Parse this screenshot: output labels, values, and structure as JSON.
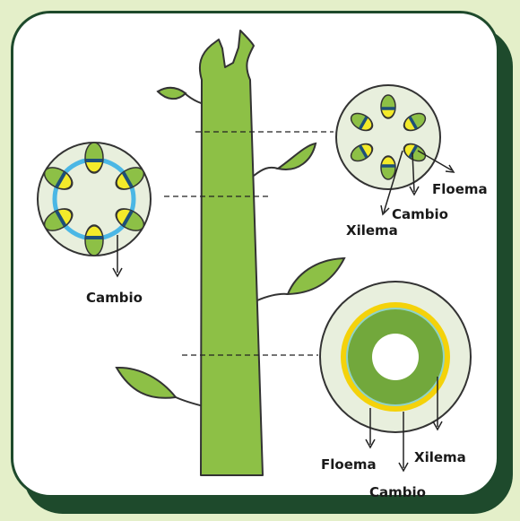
{
  "colors": {
    "background": "#e4efc9",
    "frame": "#1e4a2c",
    "stem": "#8dc046",
    "leaf": "#8dc046",
    "section_fill": "#e8efdd",
    "bundle_green": "#8dc046",
    "bundle_yellow": "#f3ea2a",
    "bundle_dark": "#1d4f78",
    "cambium_blue": "#4bb7e5",
    "phloem_ring": "#f4d20a",
    "xylem_ring": "#72a83c",
    "pith": "#ffffff",
    "outline": "#333333"
  },
  "labels": {
    "left_cambio": "Cambio",
    "tr_floema": "Floema",
    "tr_cambio": "Cambio",
    "tr_xilema": "Xilema",
    "br_floema": "Floema",
    "br_xilema": "Xilema",
    "br_cambio": "Cambio"
  }
}
